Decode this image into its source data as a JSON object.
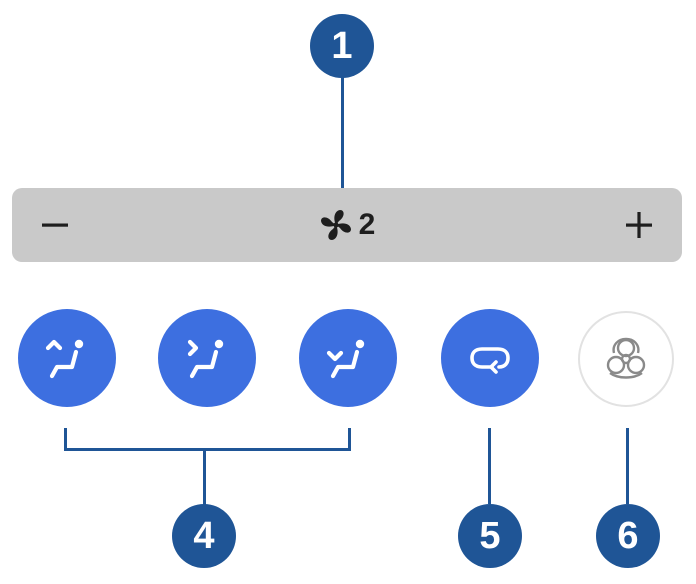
{
  "callouts": {
    "fan": "1",
    "airflow_group": "4",
    "recirculation": "5",
    "bioweapon": "6"
  },
  "fan_control": {
    "level": "2",
    "minus_icon": "minus-icon",
    "plus_icon": "plus-icon",
    "fan_icon": "fan-icon"
  },
  "airflow_buttons": [
    {
      "icon": "airflow-upper-icon"
    },
    {
      "icon": "airflow-middle-icon"
    },
    {
      "icon": "airflow-feet-icon"
    }
  ],
  "recirculation_button": {
    "icon": "recirculate-icon"
  },
  "bioweapon_button": {
    "icon": "biohazard-icon"
  },
  "colors": {
    "callout": "#1f5596",
    "button_active": "#3d6fe0",
    "bar_background": "#c9c9c9",
    "inactive_icon": "#8a8a8a"
  }
}
